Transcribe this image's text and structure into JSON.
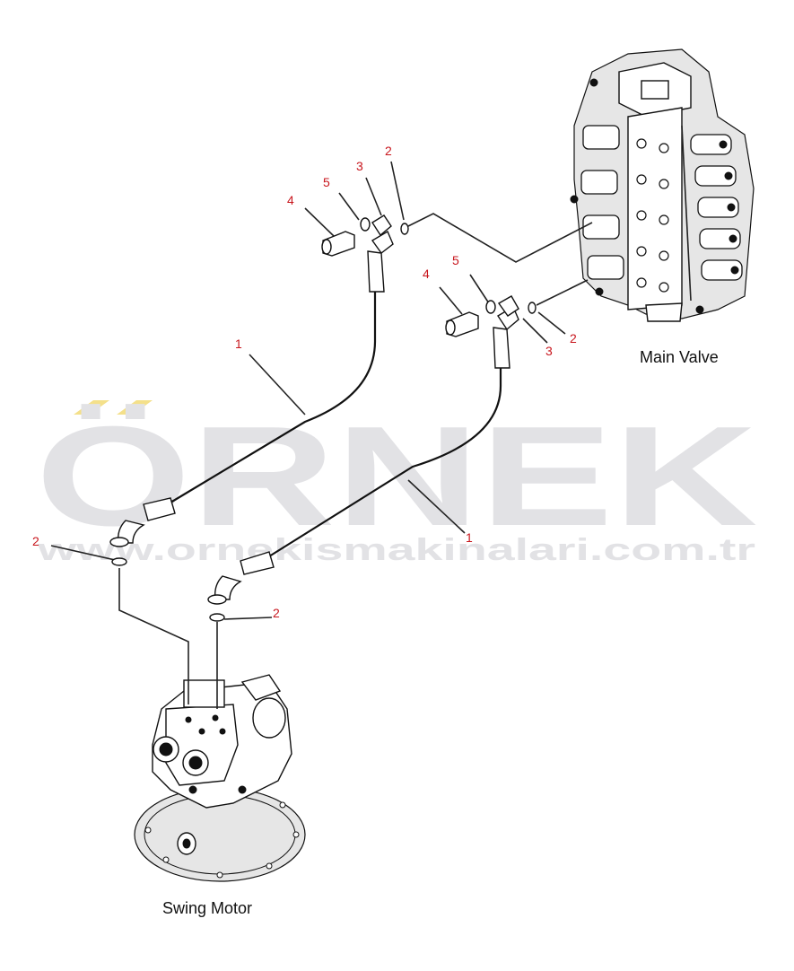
{
  "colors": {
    "callout": "#c8161d",
    "line": "#222222",
    "watermark": "#e2e2e5",
    "watermark_accent": "#f4e08a"
  },
  "watermark": {
    "brand": "ÖRNEK",
    "url": "www.ornekismakinalari.com.tr"
  },
  "labels": {
    "main_valve": "Main Valve",
    "swing_motor": "Swing Motor"
  },
  "callouts": [
    {
      "id": "c-1-upper",
      "text": "1"
    },
    {
      "id": "c-1-lower",
      "text": "1"
    },
    {
      "id": "c-2-top",
      "text": "2"
    },
    {
      "id": "c-2-right",
      "text": "2"
    },
    {
      "id": "c-2-left",
      "text": "2"
    },
    {
      "id": "c-2-bottom",
      "text": "2"
    },
    {
      "id": "c-3-top",
      "text": "3"
    },
    {
      "id": "c-3-lower",
      "text": "3"
    },
    {
      "id": "c-4-top",
      "text": "4"
    },
    {
      "id": "c-4-lower",
      "text": "4"
    },
    {
      "id": "c-5-top",
      "text": "5"
    },
    {
      "id": "c-5-lower",
      "text": "5"
    }
  ]
}
